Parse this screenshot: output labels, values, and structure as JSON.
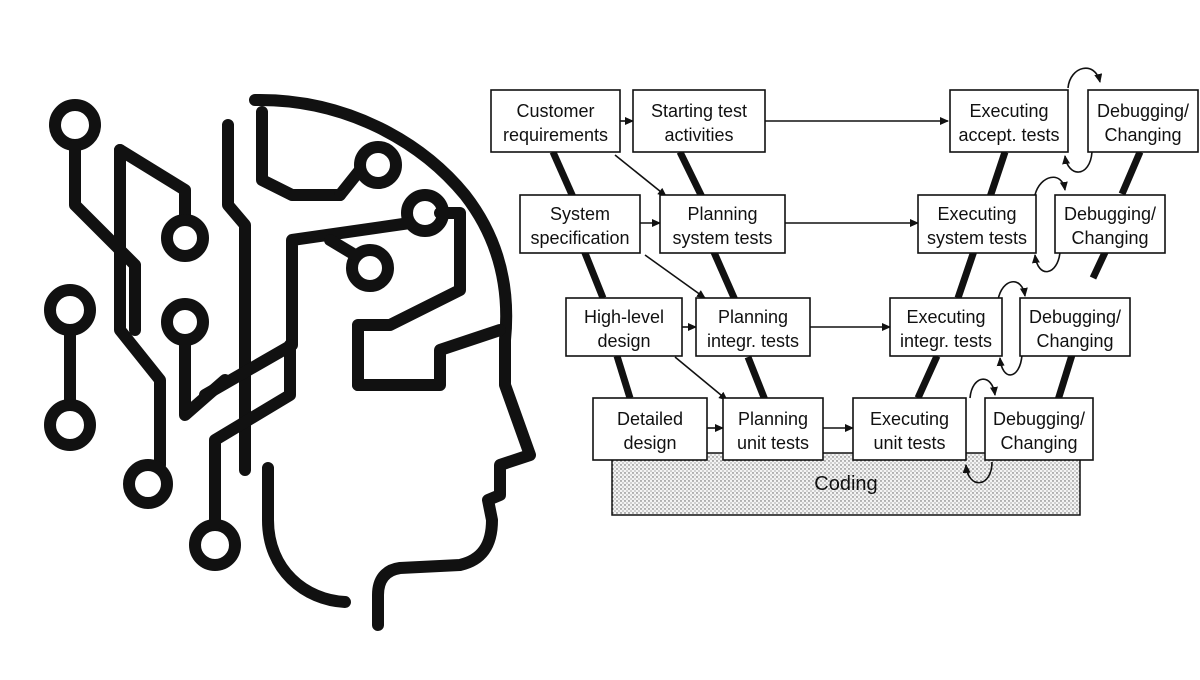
{
  "palette": {
    "ink": "#111111",
    "paper": "#ffffff",
    "coding_fill": "#f2f2f2"
  },
  "icons": {
    "head": "ai-head-circuit-icon"
  },
  "vmodel": {
    "boxes": {
      "customer_requirements": [
        "Customer",
        "requirements"
      ],
      "starting_test": [
        "Starting test",
        "activities"
      ],
      "exec_accept": [
        "Executing",
        "accept. tests"
      ],
      "debug_accept": [
        "Debugging/",
        "Changing"
      ],
      "system_spec": [
        "System",
        "specification"
      ],
      "plan_system": [
        "Planning",
        "system tests"
      ],
      "exec_system": [
        "Executing",
        "system tests"
      ],
      "debug_system": [
        "Debugging/",
        "Changing"
      ],
      "high_level": [
        "High-level",
        "design"
      ],
      "plan_integr": [
        "Planning",
        "integr. tests"
      ],
      "exec_integr": [
        "Executing",
        "integr. tests"
      ],
      "debug_integr": [
        "Debugging/",
        "Changing"
      ],
      "detailed_design": [
        "Detailed",
        "design"
      ],
      "plan_unit": [
        "Planning",
        "unit tests"
      ],
      "exec_unit": [
        "Executing",
        "unit tests"
      ],
      "debug_unit": [
        "Debugging/",
        "Changing"
      ]
    },
    "coding_label": "Coding"
  }
}
